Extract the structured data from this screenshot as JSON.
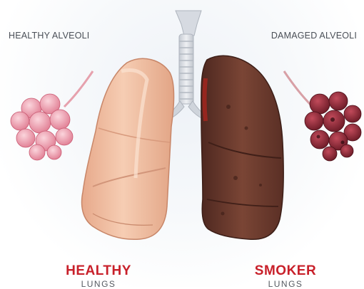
{
  "labels": {
    "healthy_alveoli": "HEALTHY ALVEOLI",
    "damaged_alveoli": "DAMAGED ALVEOLI",
    "healthy_title": "HEALTHY",
    "healthy_sub": "LUNGS",
    "smoker_title": "SMOKER",
    "smoker_sub": "LUNGS"
  },
  "colors": {
    "title_red": "#c8202a",
    "healthy_lung": "#f0bfa0",
    "smoker_lung": "#6b3a2e",
    "trachea": "#d9dde3",
    "healthy_alveoli": "#e9889c",
    "damaged_alveoli": "#8e2a3a"
  }
}
